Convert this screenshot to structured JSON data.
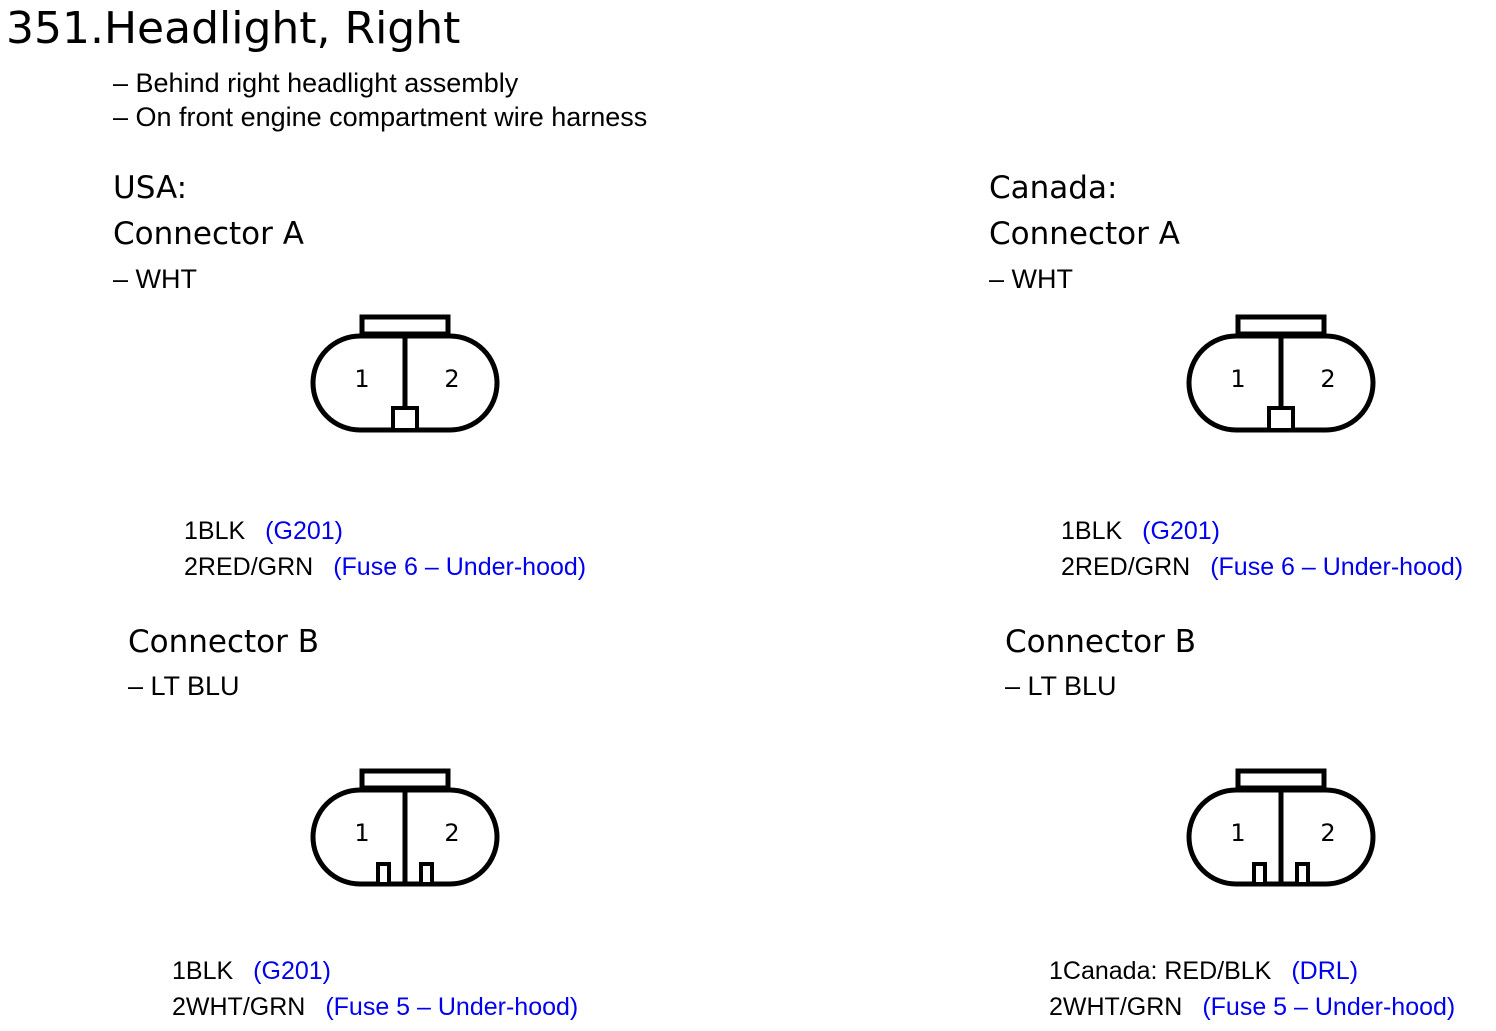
{
  "title": {
    "number": "351.",
    "name": "Headlight, Right"
  },
  "location": [
    "– Behind right headlight assembly",
    "– On front engine compartment wire harness"
  ],
  "colors": {
    "text": "#000000",
    "reference": "#0000ee",
    "background": "#ffffff"
  },
  "usa": {
    "region_label": "USA:",
    "connector_a": {
      "name": "Connector A",
      "color": "– WHT",
      "pin_labels": [
        "1",
        "2"
      ],
      "pins": [
        {
          "num": "1",
          "wire": "BLK",
          "ref": "(G201)"
        },
        {
          "num": "2",
          "wire": "RED/GRN",
          "ref": "(Fuse 6 – Under-hood)"
        }
      ]
    },
    "connector_b": {
      "name": "Connector B",
      "color": "– LT BLU",
      "pin_labels": [
        "1",
        "2"
      ],
      "pins": [
        {
          "num": "1",
          "wire": "BLK",
          "ref": "(G201)"
        },
        {
          "num": "2",
          "wire": "WHT/GRN",
          "ref": "(Fuse 5 – Under-hood)"
        }
      ]
    }
  },
  "canada": {
    "region_label": "Canada:",
    "connector_a": {
      "name": "Connector A",
      "color": "– WHT",
      "pin_labels": [
        "1",
        "2"
      ],
      "pins": [
        {
          "num": "1",
          "wire": "BLK",
          "ref": "(G201)"
        },
        {
          "num": "2",
          "wire": "RED/GRN",
          "ref": "(Fuse 6 – Under-hood)"
        }
      ]
    },
    "connector_b": {
      "name": "Connector B",
      "color": "– LT BLU",
      "pin_labels": [
        "1",
        "2"
      ],
      "pins": [
        {
          "num": "1",
          "wire": "Canada: RED/BLK",
          "ref": "(DRL)"
        },
        {
          "num": "2",
          "wire": "WHT/GRN",
          "ref": "(Fuse 5 – Under-hood)"
        }
      ]
    }
  }
}
